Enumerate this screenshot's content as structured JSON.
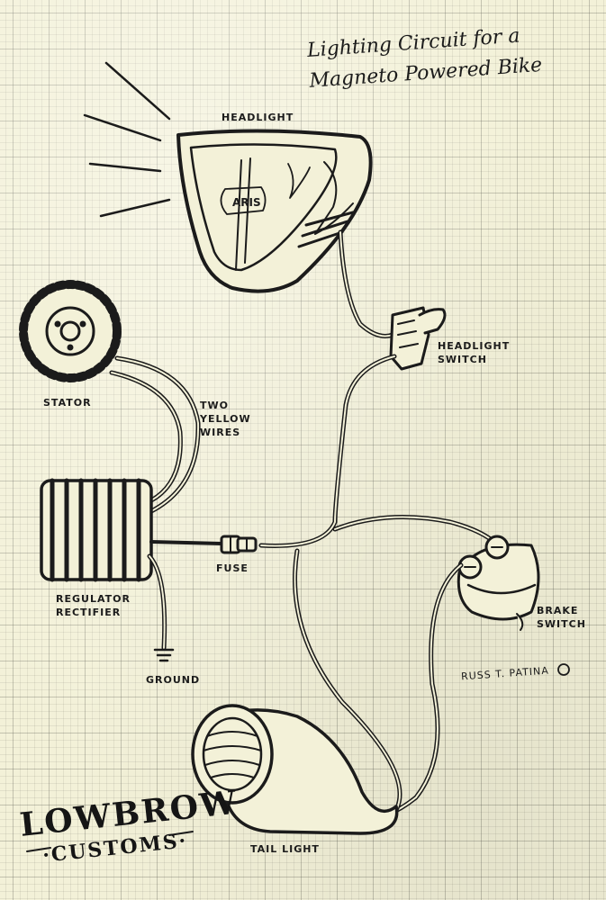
{
  "title": {
    "line1": "Lighting Circuit for a",
    "line2": "Magneto Powered Bike"
  },
  "labels": {
    "headlight": "HEADLIGHT",
    "headlight_switch": "HEADLIGHT\nSWITCH",
    "stator": "STATOR",
    "two_yellow_wires": "TWO\nYELLOW\nWIRES",
    "regulator_rectifier": "REGULATOR\nRECTIFIER",
    "fuse": "FUSE",
    "ground": "GROUND",
    "brake_switch": "BRAKE\nSWITCH",
    "tail_light": "TAIL LIGHT",
    "headlight_brand": "ARIS"
  },
  "signature": "RUSS T. PATINA",
  "logo": {
    "top": "LOWBROW",
    "bottom": "·CUSTOMS·"
  },
  "colors": {
    "paper": "#f3f1d8",
    "ink": "#1b1b1b",
    "grid": "#8a8a7a"
  }
}
